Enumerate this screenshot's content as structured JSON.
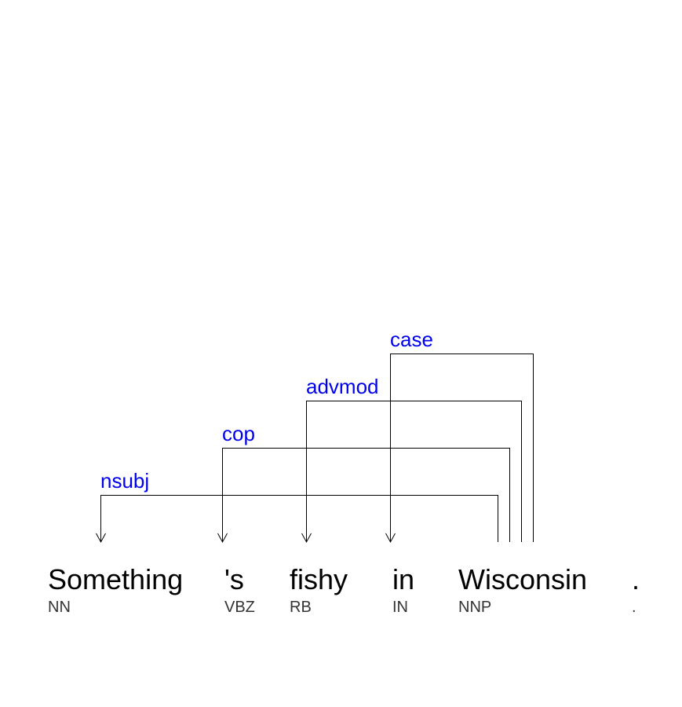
{
  "tokens": [
    {
      "word": "Something",
      "tag": "NN"
    },
    {
      "word": "'s",
      "tag": "VBZ"
    },
    {
      "word": "fishy",
      "tag": "RB"
    },
    {
      "word": "in",
      "tag": "IN"
    },
    {
      "word": "Wisconsin",
      "tag": "NNP"
    },
    {
      "word": ".",
      "tag": "."
    }
  ],
  "arcs": [
    {
      "label": "nsubj",
      "head": 4,
      "dependent": 0
    },
    {
      "label": "cop",
      "head": 4,
      "dependent": 1
    },
    {
      "label": "advmod",
      "head": 4,
      "dependent": 2
    },
    {
      "label": "case",
      "head": 4,
      "dependent": 3
    }
  ],
  "colors": {
    "word": "#000000",
    "tag": "#333333",
    "label": "#0000ee",
    "line": "#000000",
    "background": "#ffffff"
  }
}
